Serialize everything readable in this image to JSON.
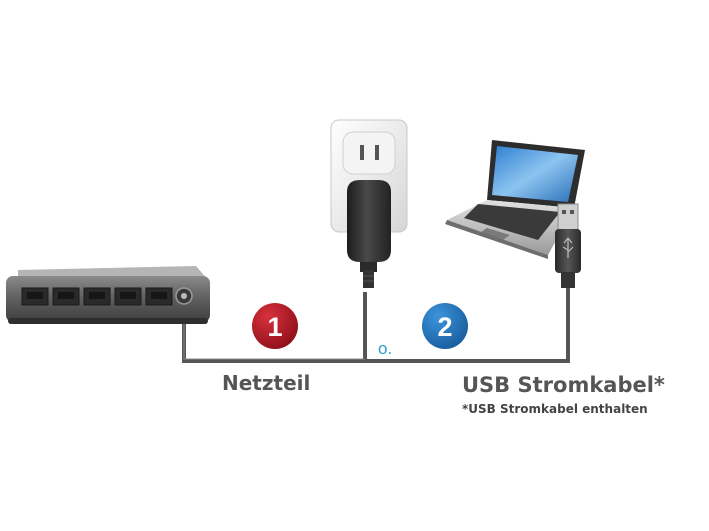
{
  "labels": {
    "option_1_number": "1",
    "option_2_number": "2",
    "or_text": "o.",
    "power_adapter": "Netzteil",
    "usb_cable": "USB Stromkabel*",
    "usb_note": "*USB Stromkabel enthalten"
  },
  "colors": {
    "badge_1": "#a3121f",
    "badge_2": "#1f6fb5",
    "or_text": "#2b9fc9",
    "cable": "#555555",
    "label_text": "#555555"
  },
  "devices": [
    "network-switch",
    "wall-power-adapter",
    "laptop",
    "usb-plug"
  ]
}
